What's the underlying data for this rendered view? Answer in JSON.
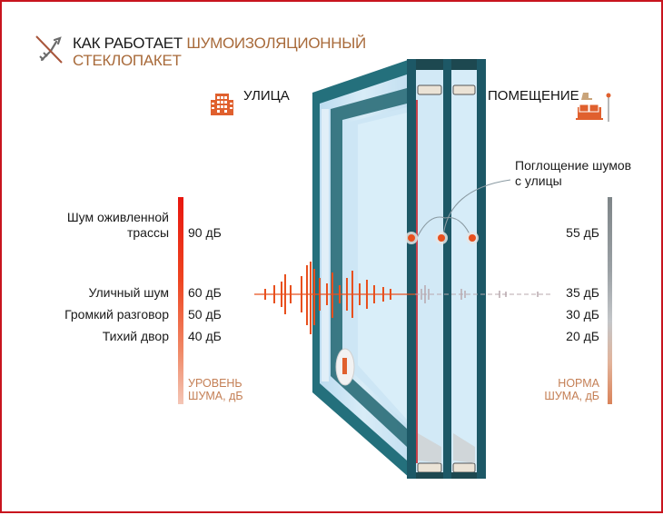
{
  "title": {
    "part1": "КАК РАБОТАЕТ",
    "part2": "ШУМОИЗОЛЯЦИОННЫЙ",
    "part3": "СТЕКЛОПАКЕТ",
    "icon": "crossed-horn-icon"
  },
  "sections": {
    "street": {
      "label": "УЛИЦА",
      "icon": "building-icon"
    },
    "room": {
      "label": "ПОМЕЩЕНИЕ",
      "icon": "sofa-lamp-icon"
    }
  },
  "outside_scale": {
    "caption_line1": "УРОВЕНЬ",
    "caption_line2": "ШУМА, дБ",
    "rows": [
      {
        "label_line1": "Шум оживленной",
        "label_line2": "трассы",
        "value": "90 дБ"
      },
      {
        "label_line1": "Уличный шум",
        "value": "60 дБ"
      },
      {
        "label_line1": "Громкий разговор",
        "value": "50 дБ"
      },
      {
        "label_line1": "Тихий двор",
        "value": "40 дБ"
      }
    ]
  },
  "inside_scale": {
    "caption_line1": "НОРМА",
    "caption_line2": "ШУМА, дБ",
    "values": [
      "55 дБ",
      "35 дБ",
      "30 дБ",
      "20 дБ"
    ]
  },
  "callout": {
    "line1": "Поглощение шумов",
    "line2": "с улицы"
  },
  "colors": {
    "accent_orange": "#e8501e",
    "frame_teal": "#1e5f6e",
    "glass_blue": "#cfe6f4",
    "border_red": "#c8141e",
    "title_orange": "#a86a3a"
  },
  "chart_data": {
    "type": "table",
    "title": "КАК РАБОТАЕТ ШУМОИЗОЛЯЦИОННЫЙ СТЕКЛОПАКЕТ",
    "outside": {
      "label": "УЛИЦА",
      "scale_caption": "УРОВЕНЬ ШУМА, дБ",
      "categories": [
        "Шум оживленной трассы",
        "Уличный шум",
        "Громкий разговор",
        "Тихий двор"
      ],
      "values": [
        90,
        60,
        50,
        40
      ]
    },
    "inside": {
      "label": "ПОМЕЩЕНИЕ",
      "scale_caption": "НОРМА ШУМА, дБ",
      "values": [
        55,
        35,
        30,
        20
      ]
    },
    "annotation": "Поглощение шумов с улицы",
    "unit": "дБ"
  }
}
